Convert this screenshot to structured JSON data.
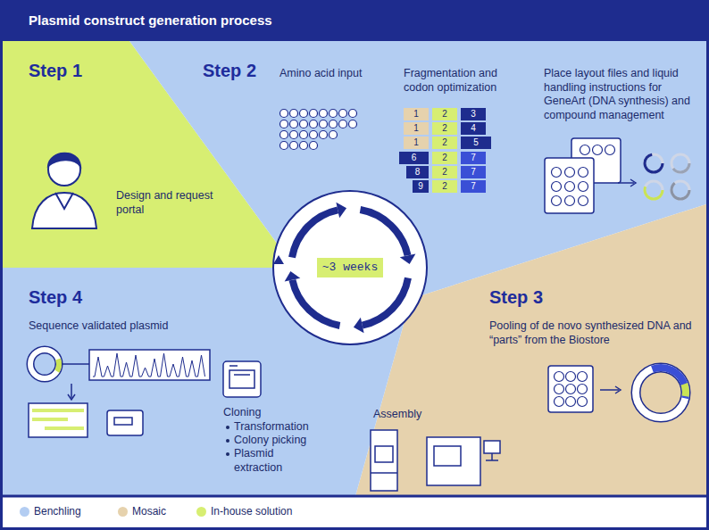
{
  "diagram": {
    "title": "Plasmid construct generation process",
    "nodes": [
      {
        "text": [
          "Step 1",
          "Design and request portal"
        ]
      },
      {
        "text": [
          "Step 2",
          "Amino acid input",
          "Fragmentation and codon optimization",
          "Place layout files and liquid handling instructions for GeneArt (DNA synthesis) and compound management"
        ]
      },
      {
        "text": [
          "Step 3",
          "Pooling of de novo synthesized DNA and “parts” from the Biostore",
          "Assembly"
        ]
      },
      {
        "text": [
          "Step 4",
          "Sequence validated plasmid",
          "Cloning",
          "Transformation",
          "Colony picking",
          "Plasmid extraction"
        ]
      },
      {
        "text": [
          "~3 weeks"
        ]
      }
    ],
    "labels": [
      "1",
      "2",
      "3",
      "1",
      "2",
      "4",
      "1",
      "2",
      "5",
      "6",
      "2",
      "7",
      "8",
      "2",
      "7",
      "9",
      "2",
      "7"
    ],
    "legend": [
      {
        "text": "Benchling",
        "color": "#b3cdf2"
      },
      {
        "text": "Mosaic",
        "color": "#e6d2ad"
      },
      {
        "text": "In-house solution",
        "color": "#d7ee72"
      }
    ]
  }
}
